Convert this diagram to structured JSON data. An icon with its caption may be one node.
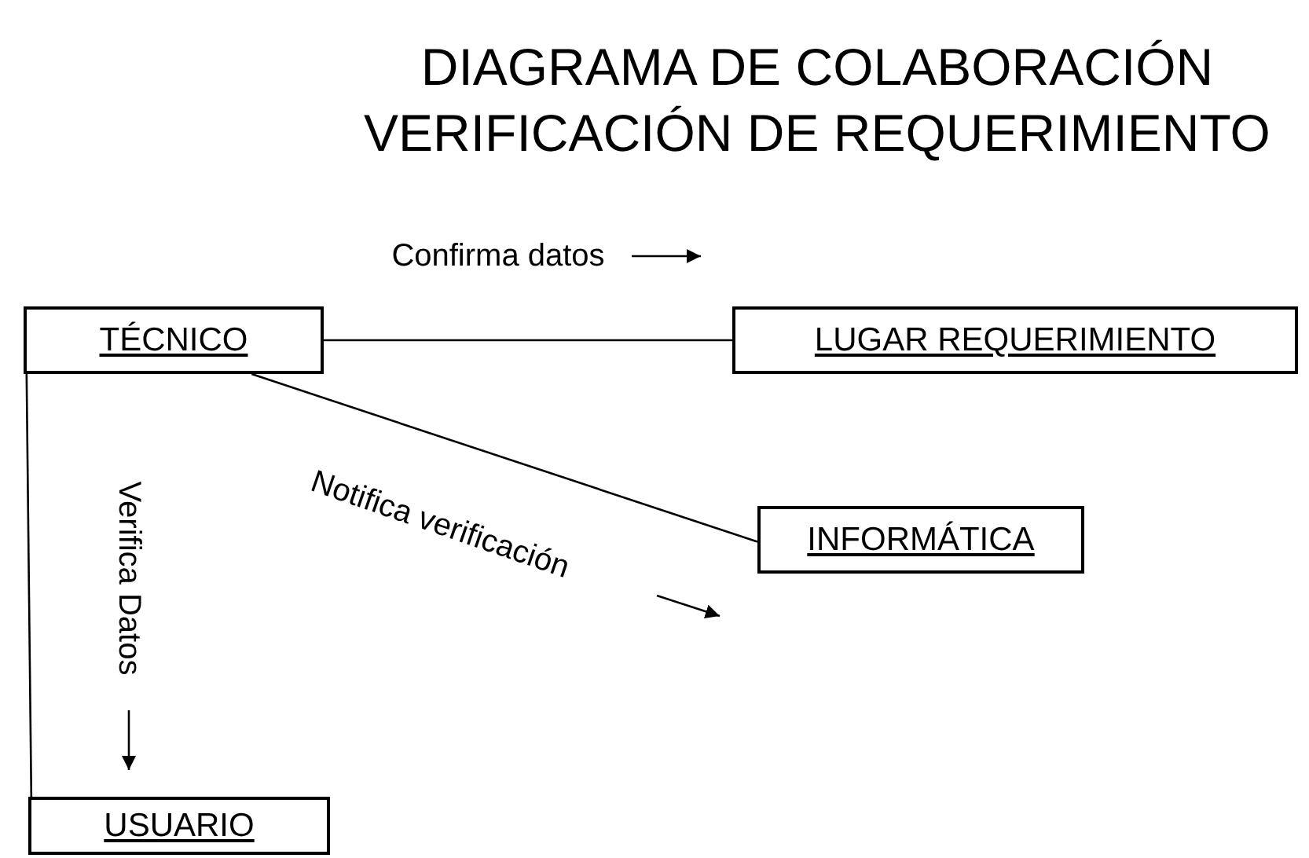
{
  "diagram": {
    "title": "DIAGRAMA DE COLABORACIÓN VERIFICACIÓN DE REQUERIMIENTO",
    "nodes": [
      {
        "text": [
          "TÉCNICO"
        ]
      },
      {
        "text": [
          "LUGAR REQUERIMIENTO"
        ]
      },
      {
        "text": [
          "INFORMÁTICA"
        ]
      },
      {
        "text": [
          "USUARIO"
        ]
      }
    ],
    "edges": [
      {
        "from": 0,
        "to": 1,
        "arrow": "none",
        "label": "Confirma datos"
      },
      {
        "from": 0,
        "to": 2,
        "arrow": "none",
        "label": "Notifica verificación"
      },
      {
        "from": 0,
        "to": 3,
        "arrow": "none",
        "label": "Verifica Datos"
      }
    ]
  }
}
